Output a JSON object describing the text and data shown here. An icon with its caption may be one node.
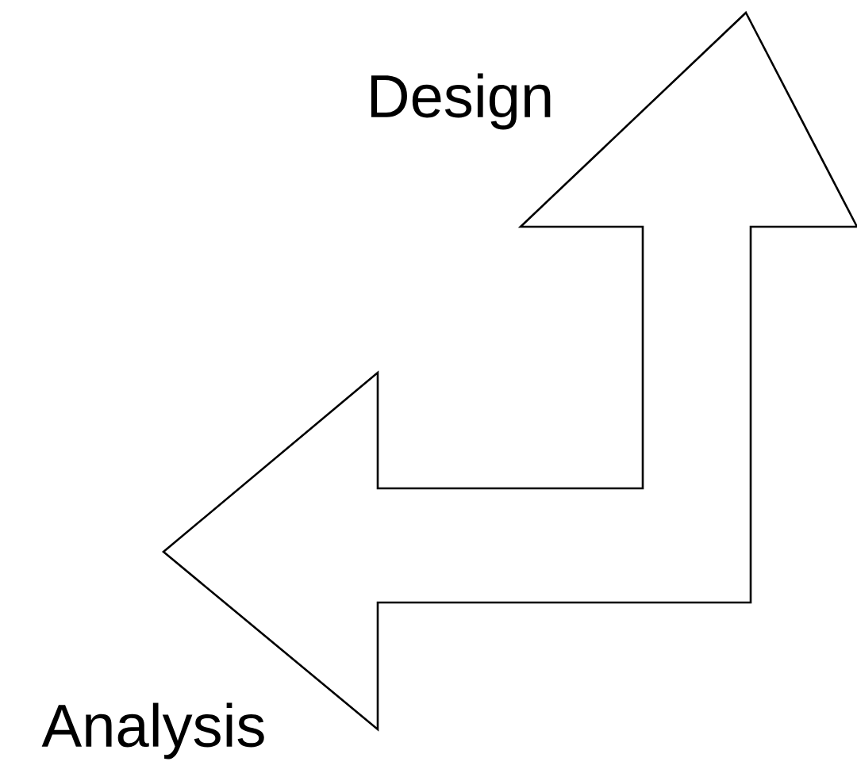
{
  "diagram": {
    "nodes": [
      {
        "text": [
          "Design"
        ]
      },
      {
        "text": [
          "Analysis"
        ]
      }
    ],
    "edges": [
      {
        "from": 0,
        "to": 1,
        "arrow": "both"
      }
    ]
  }
}
